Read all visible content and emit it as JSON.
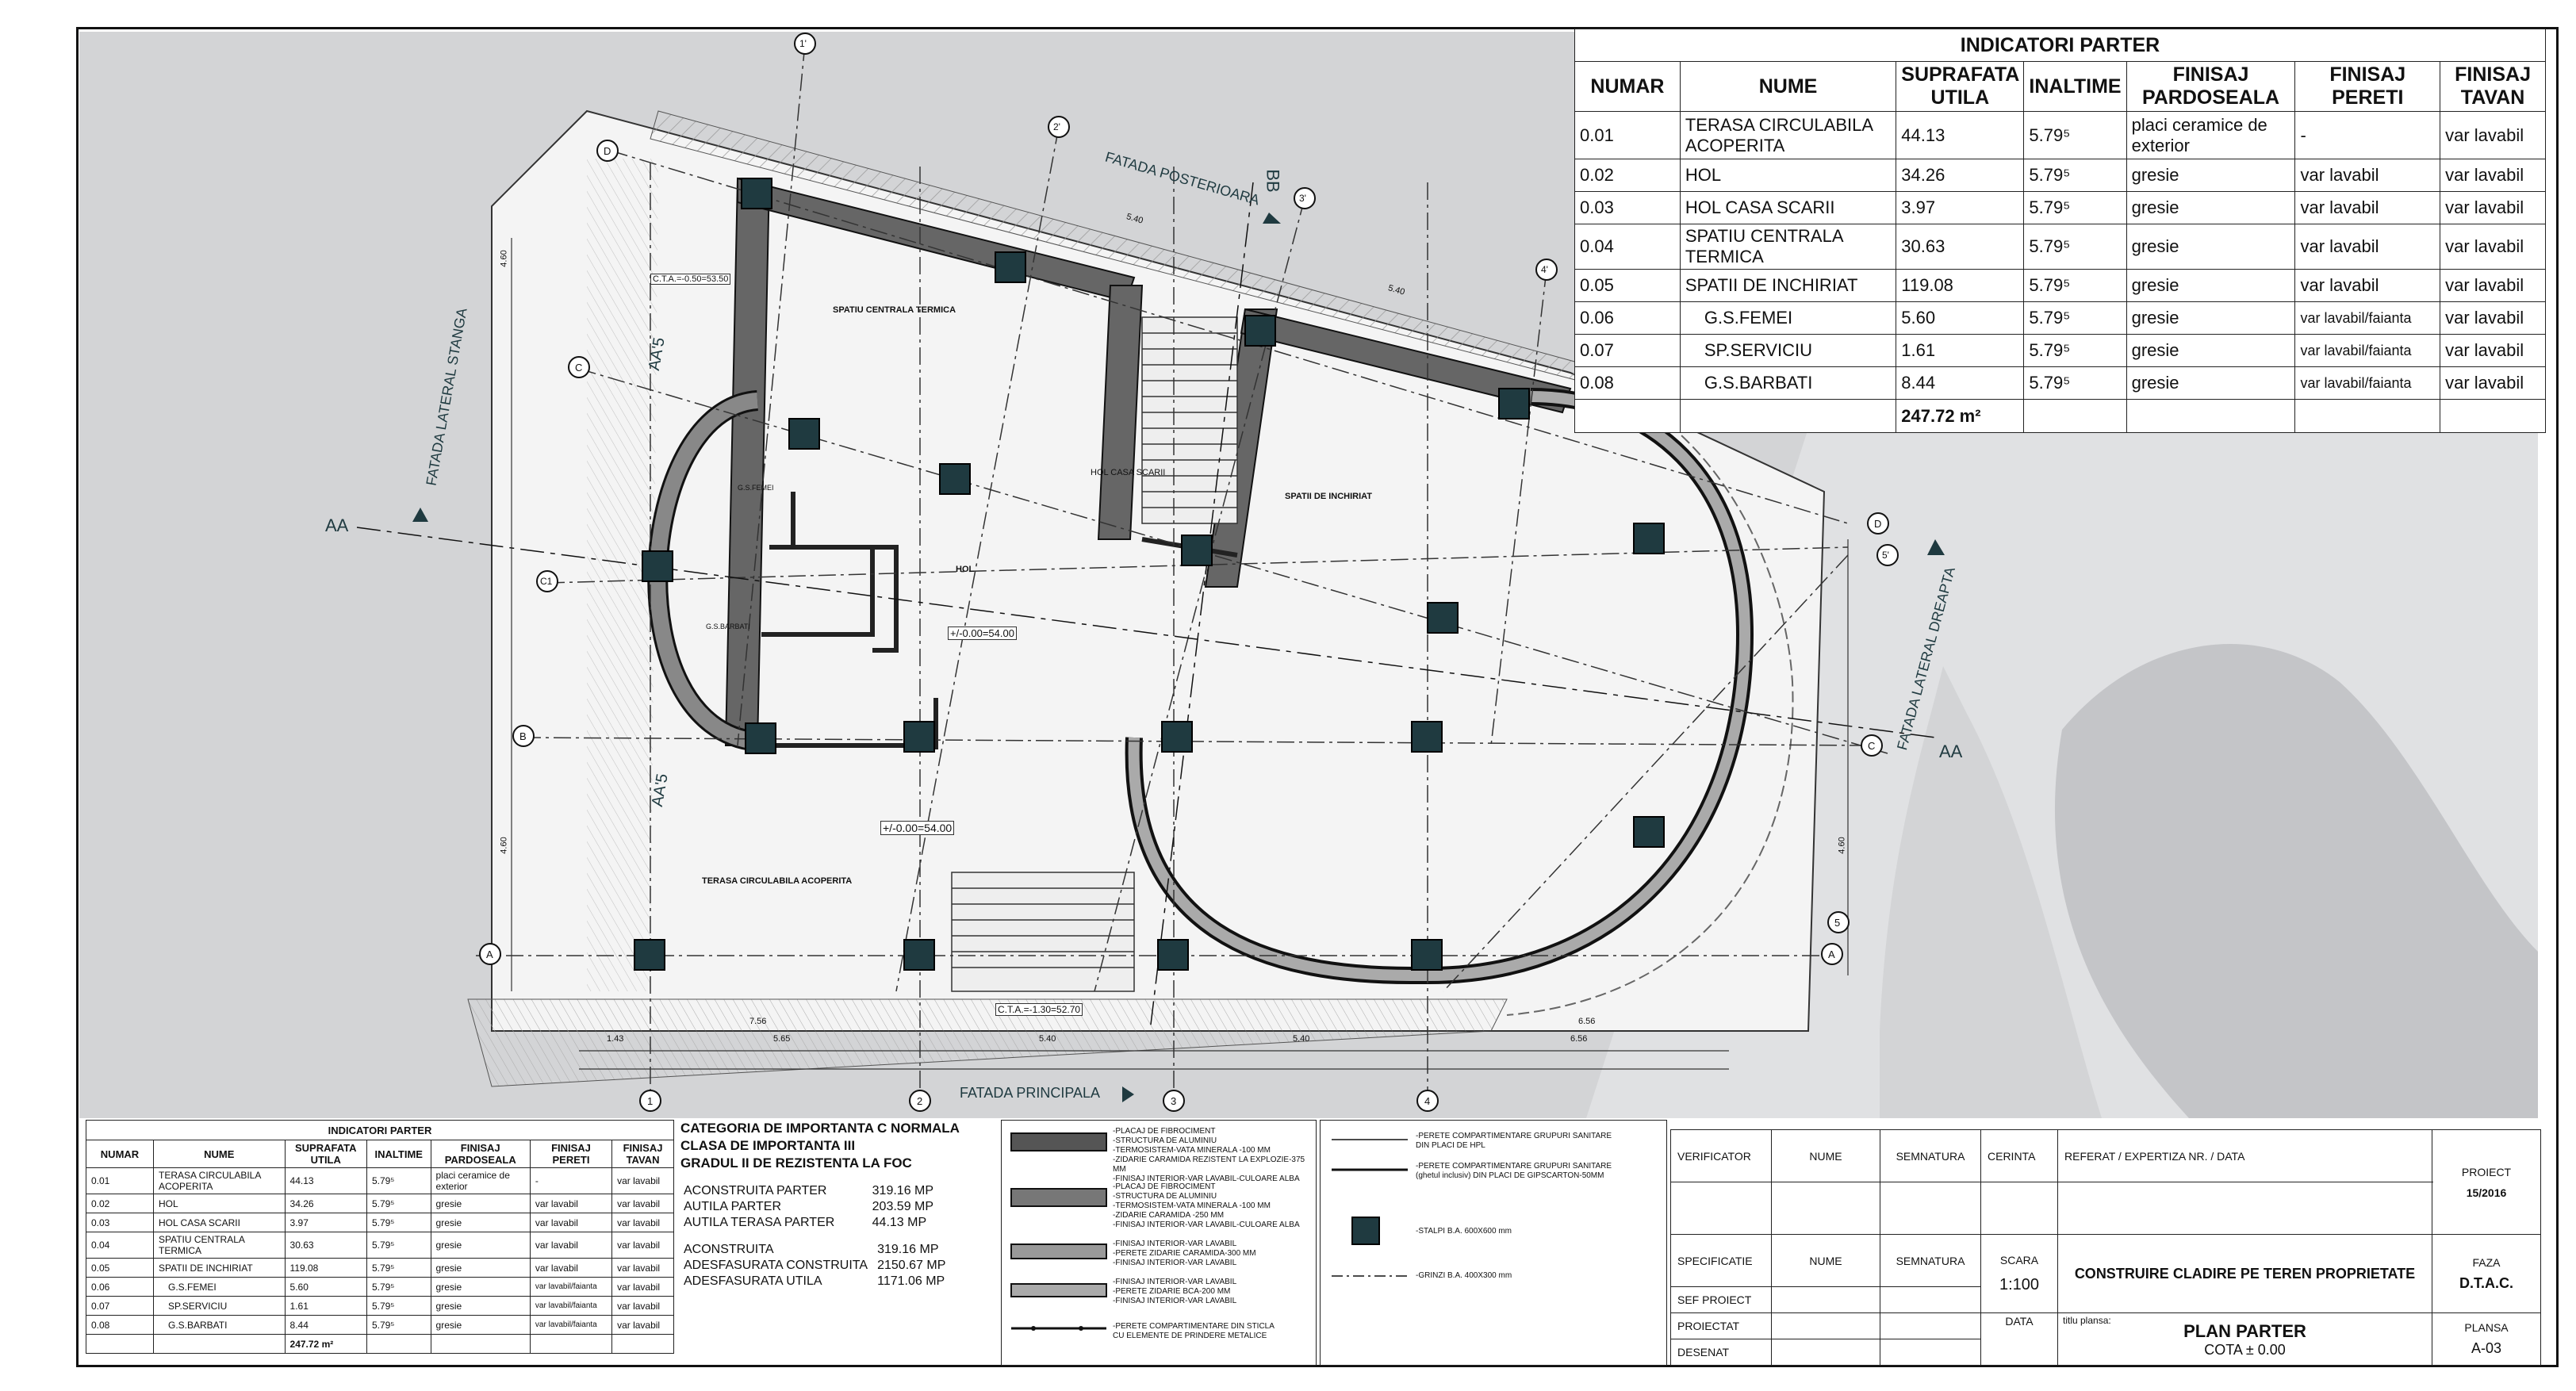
{
  "sheet": {
    "facades": {
      "rear": "FATADA POSTERIOARA",
      "left": "FATADA LATERAL STANGA",
      "right": "FATADA LATERAL DREAPTA",
      "front": "FATADA PRINCIPALA"
    },
    "sections": {
      "aa": "AA",
      "bb": "BB",
      "aa5": "AA'5"
    },
    "axes": [
      "A",
      "B",
      "C",
      "C1",
      "D",
      "1",
      "2",
      "3",
      "4",
      "1'",
      "2'",
      "3'",
      "4'",
      "5",
      "5'"
    ],
    "rooms": {
      "central": "SPATIU CENTRALA TERMICA",
      "hol_scari": "HOL CASA SCARII",
      "hol": "HOL",
      "spatii": "SPATII DE INCHIRIAT",
      "terasa": "TERASA CIRCULABILA ACOPERITA",
      "gs_femei": "G.S.FEMEI",
      "gs_barbati": "G.S.BARBATI"
    },
    "levels": [
      "+/-0.00=54.00",
      "+/-0.00=54.00",
      "C.T.A.=-0.50=53.50",
      "C.T.A.=-1.30=52.70"
    ],
    "dims": [
      "5.65",
      "5.40",
      "5.40",
      "6.56",
      "7.56",
      "6.56",
      "1.43",
      "4.60",
      "4.60",
      "4.60",
      "5.40",
      "5.40"
    ]
  },
  "indicators": {
    "title": "INDICATORI PARTER",
    "headers": [
      "NUMAR",
      "NUME",
      "SUPRAFATA UTILA",
      "INALTIME",
      "FINISAJ PARDOSEALA",
      "FINISAJ PERETI",
      "FINISAJ TAVAN"
    ],
    "rows": [
      [
        "0.01",
        "TERASA CIRCULABILA ACOPERITA",
        "44.13",
        "5.79⁵",
        "placi ceramice de exterior",
        "-",
        "var lavabil"
      ],
      [
        "0.02",
        "HOL",
        "34.26",
        "5.79⁵",
        "gresie",
        "var lavabil",
        "var lavabil"
      ],
      [
        "0.03",
        "HOL CASA SCARII",
        "3.97",
        "5.79⁵",
        "gresie",
        "var lavabil",
        "var lavabil"
      ],
      [
        "0.04",
        "SPATIU CENTRALA TERMICA",
        "30.63",
        "5.79⁵",
        "gresie",
        "var lavabil",
        "var lavabil"
      ],
      [
        "0.05",
        "SPATII DE INCHIRIAT",
        "119.08",
        "5.79⁵",
        "gresie",
        "var lavabil",
        "var lavabil"
      ],
      [
        "0.06",
        "G.S.FEMEI",
        "5.60",
        "5.79⁵",
        "gresie",
        "var lavabil/faianta",
        "var lavabil"
      ],
      [
        "0.07",
        "SP.SERVICIU",
        "1.61",
        "5.79⁵",
        "gresie",
        "var lavabil/faianta",
        "var lavabil"
      ],
      [
        "0.08",
        "G.S.BARBATI",
        "8.44",
        "5.79⁵",
        "gresie",
        "var lavabil/faianta",
        "var lavabil"
      ]
    ],
    "total": "247.72 m²"
  },
  "category": {
    "lines": [
      "CATEGORIA DE IMPORTANTA C NORMALA",
      "CLASA DE IMPORTANTA III",
      "GRADUL II DE REZISTENTA LA FOC"
    ],
    "areas1": [
      [
        "ACONSTRUITA PARTER",
        "319.16 MP"
      ],
      [
        "AUTILA PARTER",
        "203.59 MP"
      ],
      [
        "AUTILA TERASA PARTER",
        "44.13 MP"
      ]
    ],
    "areas2": [
      [
        "ACONSTRUITA",
        "319.16 MP"
      ],
      [
        "ADESFASURATA CONSTRUITA",
        "2150.67 MP"
      ],
      [
        "ADESFASURATA UTILA",
        "1171.06 MP"
      ]
    ]
  },
  "legend": {
    "wall1": [
      "-PLACAJ DE FIBROCIMENT",
      "-STRUCTURA DE ALUMINIU",
      "-TERMOSISTEM-VATA MINERALA -100 MM",
      "-ZIDARIE CARAMIDA REZISTENT LA EXPLOZIE-375 MM",
      "-FINISAJ INTERIOR-VAR LAVABIL-CULOARE ALBA"
    ],
    "wall2": [
      "-PLACAJ DE FIBROCIMENT",
      "-STRUCTURA DE ALUMINIU",
      "-TERMOSISTEM-VATA MINERALA -100 MM",
      "-ZIDARIE CARAMIDA -250 MM",
      "-FINISAJ INTERIOR-VAR LAVABIL-CULOARE ALBA"
    ],
    "wall3": [
      "-FINISAJ INTERIOR-VAR LAVABIL",
      "-PERETE ZIDARIE CARAMIDA-300 MM",
      "-FINISAJ INTERIOR-VAR LAVABIL"
    ],
    "wall4": [
      "-FINISAJ INTERIOR-VAR LAVABIL",
      "-PERETE ZIDARIE BCA-200 MM",
      "-FINISAJ INTERIOR-VAR LAVABIL"
    ],
    "glass": [
      "-PERETE COMPARTIMENTARE DIN STICLA",
      "CU ELEMENTE DE PRINDERE METALICE"
    ],
    "partition1": [
      "-PERETE COMPARTIMENTARE GRUPURI SANITARE",
      "DIN PLACI DE HPL"
    ],
    "partition2": [
      "-PERETE COMPARTIMENTARE GRUPURI SANITARE",
      "(ghetul inclusiv) DIN PLACI DE GIPSCARTON-50MM"
    ],
    "stalpi": "-STALPI B.A. 600X600 mm",
    "grinzi": "-GRINZI B.A. 400X300 mm"
  },
  "titleblock": {
    "verificator": "VERIFICATOR",
    "nume": "NUME",
    "semnatura": "SEMNATURA",
    "cerinta": "CERINTA",
    "referat": "REFERAT / EXPERTIZA NR. / DATA",
    "proiect_lbl": "PROIECT",
    "proiect_nr": "15/2016",
    "specificatie": "SPECIFICATIE",
    "scara_lbl": "SCARA",
    "scara": "1:100",
    "project_title": "CONSTRUIRE CLADIRE PE TEREN PROPRIETATE",
    "faza_lbl": "FAZA",
    "faza": "D.T.A.C.",
    "sef_proiect": "SEF PROIECT",
    "proiectat": "PROIECTAT",
    "desenat": "DESENAT",
    "data_lbl": "DATA",
    "titlu_lbl": "titlu plansa:",
    "plan_title": "PLAN PARTER",
    "cota": "COTA ± 0.00",
    "plansa_lbl": "PLANSA",
    "plansa": "A-03"
  }
}
